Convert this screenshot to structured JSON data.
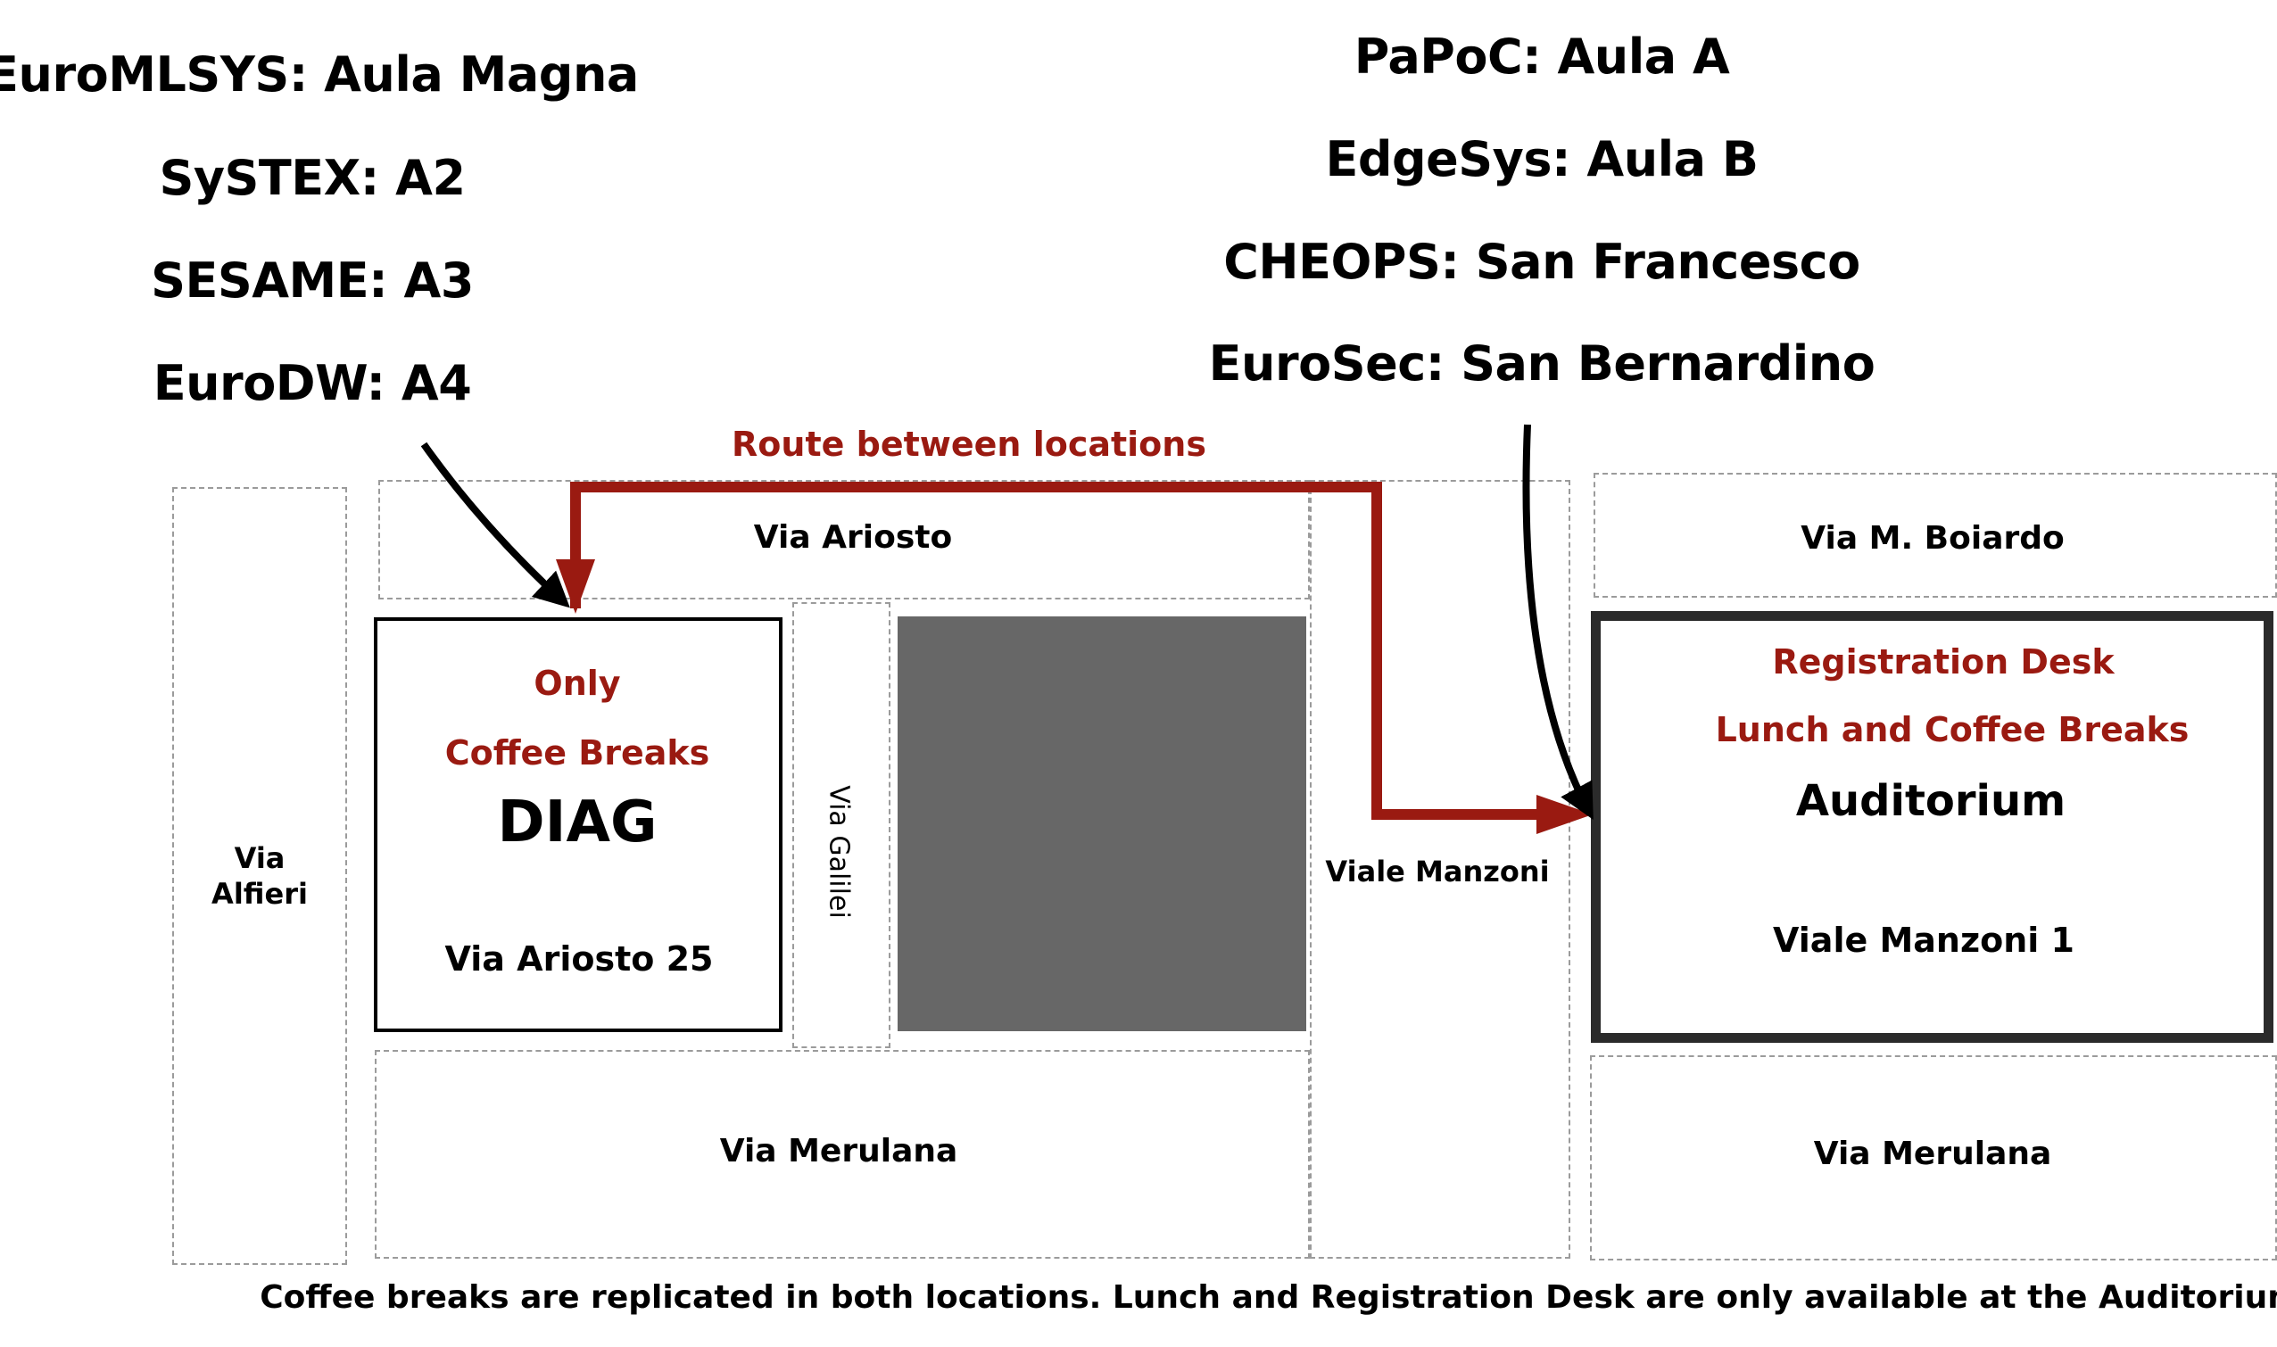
{
  "sessions_left": [
    "EuroMLSYS: Aula Magna",
    "SySTEX: A2",
    "SESAME: A3",
    "EuroDW: A4"
  ],
  "sessions_right": [
    "PaPoC: Aula A",
    "EdgeSys: Aula B",
    "CHEOPS: San Francesco",
    "EuroSec: San Bernardino"
  ],
  "route_label": "Route between locations",
  "streets": {
    "via_alfieri": "Via\nAlfieri",
    "via_ariosto": "Via Ariosto",
    "via_galilei": "Via Galilei",
    "via_merulana_left": "Via Merulana",
    "viale_manzoni": "Viale Manzoni",
    "via_boiardo": "Via M. Boiardo",
    "via_merulana_right": "Via Merulana"
  },
  "diag": {
    "note_line1": "Only",
    "note_line2": "Coffee Breaks",
    "name": "DIAG",
    "address": "Via Ariosto 25"
  },
  "auditorium": {
    "note_line1": "Registration Desk",
    "note_line2": "Lunch and Coffee Breaks",
    "name": "Auditorium",
    "address": "Viale Manzoni 1"
  },
  "footer_note": "Coffee breaks are replicated in both locations. Lunch and Registration Desk are only available at the Auditorium",
  "colors": {
    "route": "#9a1a11",
    "block_fill": "#676767",
    "dashed_border": "#9b9b9b"
  }
}
